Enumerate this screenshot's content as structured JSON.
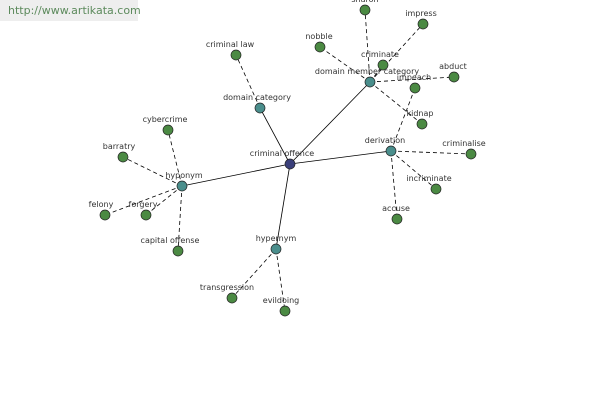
{
  "watermark": {
    "url": "http://www.artikata.com"
  },
  "graph": {
    "colors": {
      "center": "#3a3f7a",
      "category": "#4a8e8c",
      "leaf": "#4b8a43",
      "edge": "#000000"
    },
    "center": {
      "id": "criminal-offence",
      "label": "criminal offence"
    },
    "categories": [
      {
        "id": "domain-category",
        "label": "domain category"
      },
      {
        "id": "domain-member-category",
        "label": "domain member category"
      },
      {
        "id": "derivation",
        "label": "derivation"
      },
      {
        "id": "hyponym",
        "label": "hyponym"
      },
      {
        "id": "hypernym",
        "label": "hypernym"
      }
    ],
    "leaves": [
      {
        "id": "criminal-law",
        "label": "criminal law",
        "parent": "domain-category"
      },
      {
        "id": "sharon",
        "label": "sharon",
        "parent": "domain-member-category"
      },
      {
        "id": "impress",
        "label": "impress",
        "parent": "domain-member-category"
      },
      {
        "id": "nobble",
        "label": "nobble",
        "parent": "domain-member-category"
      },
      {
        "id": "criminate",
        "label": "criminate",
        "parent": "domain-member-category"
      },
      {
        "id": "abduct",
        "label": "abduct",
        "parent": "domain-member-category"
      },
      {
        "id": "impeach",
        "label": "impeach",
        "parent": "derivation"
      },
      {
        "id": "kidnap",
        "label": "kidnap",
        "parent": "domain-member-category"
      },
      {
        "id": "criminalise",
        "label": "criminalise",
        "parent": "derivation"
      },
      {
        "id": "incriminate",
        "label": "incriminate",
        "parent": "derivation"
      },
      {
        "id": "accuse",
        "label": "accuse",
        "parent": "derivation"
      },
      {
        "id": "cybercrime",
        "label": "cybercrime",
        "parent": "hyponym"
      },
      {
        "id": "barratry",
        "label": "barratry",
        "parent": "hyponym"
      },
      {
        "id": "felony",
        "label": "felony",
        "parent": "hyponym"
      },
      {
        "id": "forgery",
        "label": "forgery",
        "parent": "hyponym"
      },
      {
        "id": "capital-offense",
        "label": "capital offense",
        "parent": "hyponym"
      },
      {
        "id": "transgression",
        "label": "transgression",
        "parent": "hypernym"
      },
      {
        "id": "evildoing",
        "label": "evildoing",
        "parent": "hypernym"
      }
    ]
  }
}
